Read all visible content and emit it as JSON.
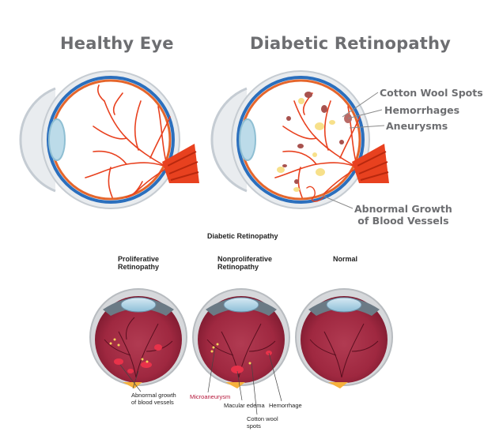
{
  "top": {
    "healthy_title": "Healthy Eye",
    "diabetic_title": "Diabetic Retinopathy",
    "callouts": {
      "cotton_wool": "Cotton Wool Spots",
      "hemorrhages": "Hemorrhages",
      "aneurysms": "Aneurysms",
      "abnormal_growth_line1": "Abnormal Growth",
      "abnormal_growth_line2": "of Blood Vessels"
    }
  },
  "bottom": {
    "section_title": "Diabetic Retinopathy",
    "panels": {
      "proliferative_line1": "Proliferative",
      "proliferative_line2": "Retinopathy",
      "nonproliferative_line1": "Nonproliferative",
      "nonproliferative_line2": "Retinopathy",
      "normal": "Normal"
    },
    "labels": {
      "abnormal_growth_line1": "Abnormal growth",
      "abnormal_growth_line2": "of blood vessels",
      "microaneurysm": "Microaneurysm",
      "macular_edema": "Macular edema",
      "cotton_wool_line1": "Cotton wool",
      "cotton_wool_line2": "spots",
      "hemorrhage": "Hemorrhage"
    }
  },
  "colors": {
    "heading_gray": "#6d6e71",
    "vessel_red": "#e8411f",
    "sclera_blue": "#2b6fbd",
    "retina_orange": "#e5662c",
    "eyeball_maroon": "#a52a43",
    "lesion_yellow": "#f7e08a"
  }
}
